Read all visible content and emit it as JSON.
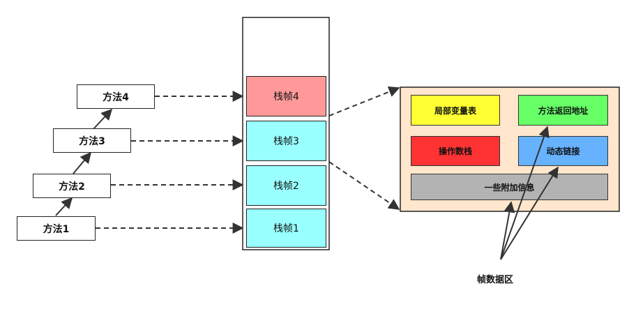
{
  "methods": [
    "方法1",
    "方法2",
    "方法3",
    "方法4"
  ],
  "frames": [
    "栈帧1",
    "栈帧2",
    "栈帧3",
    "栈帧4"
  ],
  "frame_detail": {
    "local_vars": "局部变量表",
    "return_addr": "方法返回地址",
    "operand_stack": "操作数栈",
    "dynamic_link": "动态链接",
    "extra_info": "一些附加信息"
  },
  "frame_data_label": "帧数据区",
  "colors": {
    "frame_current": "#FF9999",
    "frame_other": "#99FFFF",
    "detail_bg": "#FFE6CC",
    "local_vars": "#FFFF33",
    "return_addr": "#66FF66",
    "operand_stack": "#FF3333",
    "dynamic_link": "#66B2FF",
    "extra_info": "#B3B3B3"
  }
}
